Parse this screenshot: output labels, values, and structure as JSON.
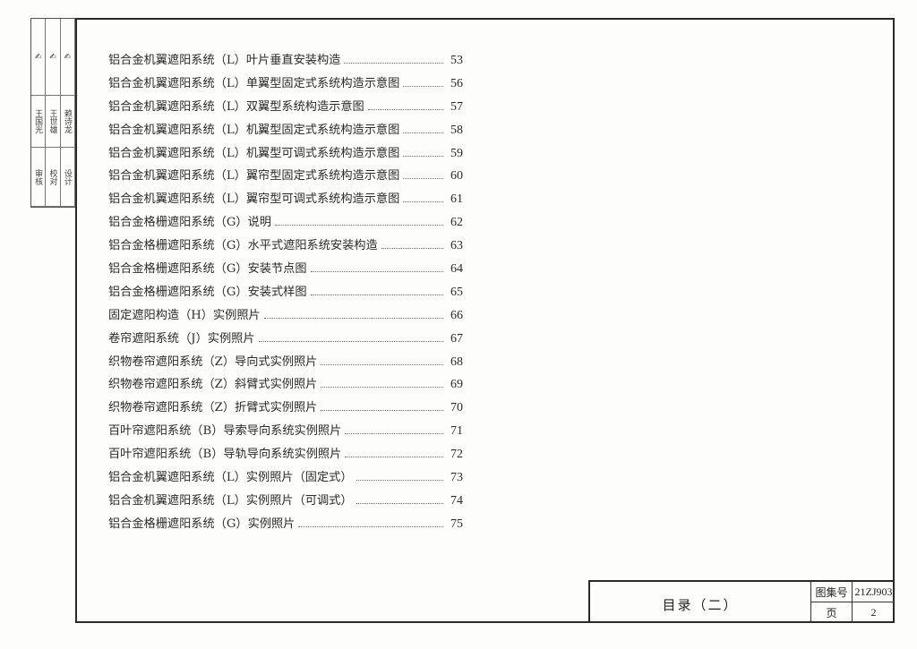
{
  "toc": [
    {
      "title": "铝合金机翼遮阳系统（L）叶片垂直安装构造",
      "page": "53"
    },
    {
      "title": "铝合金机翼遮阳系统（L）单翼型固定式系统构造示意图",
      "page": "56"
    },
    {
      "title": "铝合金机翼遮阳系统（L）双翼型系统构造示意图",
      "page": "57"
    },
    {
      "title": "铝合金机翼遮阳系统（L）机翼型固定式系统构造示意图",
      "page": "58"
    },
    {
      "title": "铝合金机翼遮阳系统（L）机翼型可调式系统构造示意图",
      "page": "59"
    },
    {
      "title": "铝合金机翼遮阳系统（L）翼帘型固定式系统构造示意图",
      "page": "60"
    },
    {
      "title": "铝合金机翼遮阳系统（L）翼帘型可调式系统构造示意图",
      "page": "61"
    },
    {
      "title": "铝合金格栅遮阳系统（G）说明",
      "page": "62"
    },
    {
      "title": "铝合金格栅遮阳系统（G）水平式遮阳系统安装构造",
      "page": "63"
    },
    {
      "title": "铝合金格栅遮阳系统（G）安装节点图",
      "page": "64"
    },
    {
      "title": "铝合金格栅遮阳系统（G）安装式样图",
      "page": "65"
    },
    {
      "title": "固定遮阳构造（H）实例照片",
      "page": "66"
    },
    {
      "title": "卷帘遮阳系统（J）实例照片",
      "page": "67"
    },
    {
      "title": "织物卷帘遮阳系统（Z）导向式实例照片",
      "page": "68"
    },
    {
      "title": "织物卷帘遮阳系统（Z）斜臂式实例照片",
      "page": "69"
    },
    {
      "title": "织物卷帘遮阳系统（Z）折臂式实例照片",
      "page": "70"
    },
    {
      "title": "百叶帘遮阳系统（B）导索导向系统实例照片",
      "page": "71"
    },
    {
      "title": "百叶帘遮阳系统（B）导轨导向系统实例照片",
      "page": "72"
    },
    {
      "title": "铝合金机翼遮阳系统（L）实例照片（固定式）",
      "page": "73"
    },
    {
      "title": "铝合金机翼遮阳系统（L）实例照片（可调式）",
      "page": "74"
    },
    {
      "title": "铝合金格栅遮阳系统（G）实例照片",
      "page": "75"
    }
  ],
  "title_block": {
    "title": "目录（二）",
    "atlas_label": "图集号",
    "atlas_value": "21ZJ903",
    "page_label": "页",
    "page_value": "2"
  },
  "approval": {
    "roles": [
      "审核",
      "校对",
      "设计"
    ],
    "names": [
      "王国光",
      "王世雄",
      "赖诗龙"
    ]
  }
}
